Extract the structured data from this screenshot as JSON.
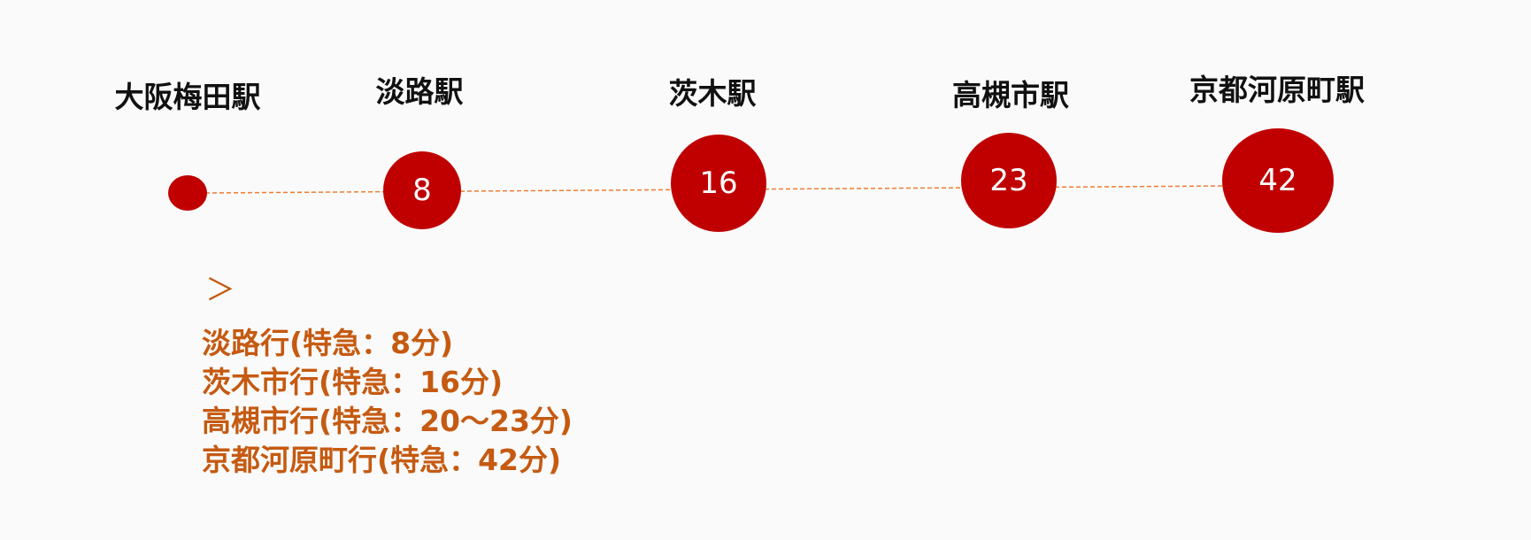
{
  "stations": [
    {
      "name": "大阪梅田駅",
      "minutes": ""
    },
    {
      "name": "淡路駅",
      "minutes": "8"
    },
    {
      "name": "茨木駅",
      "minutes": "16"
    },
    {
      "name": "高槻市駅",
      "minutes": "23"
    },
    {
      "name": "京都河原町駅",
      "minutes": "42"
    }
  ],
  "arrow": "＞",
  "routes": [
    "淡路行(特急：8分)",
    "茨木市行(特急：16分)",
    "高槻市行(特急：20～23分)",
    "京都河原町行(特急：42分)"
  ],
  "colors": {
    "circle": "#c00000",
    "line": "#ed7d31",
    "route_text": "#c55a11"
  }
}
